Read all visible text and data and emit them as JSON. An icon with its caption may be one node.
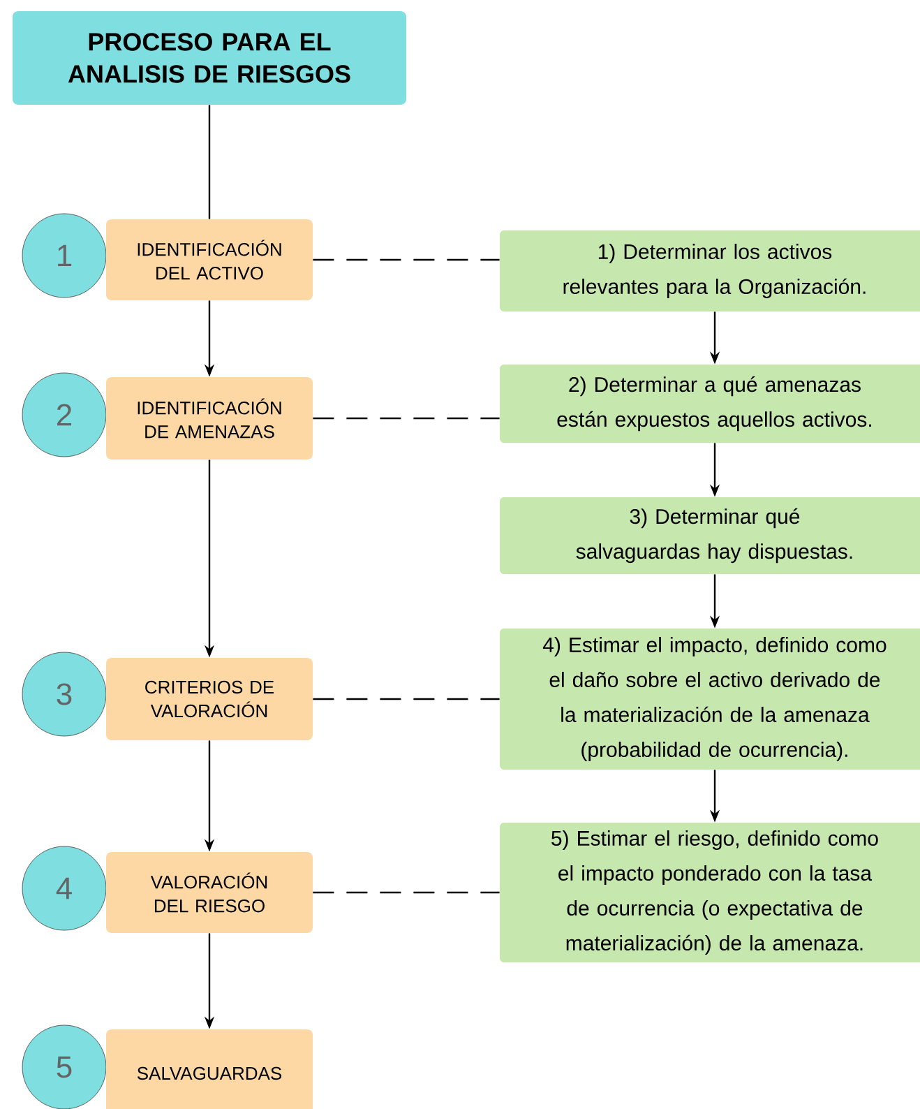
{
  "diagram": {
    "nodes": [
      {
        "text": [
          "PROCESO PARA EL ANALISIS DE RIESGOS"
        ]
      },
      {
        "text": [
          "1"
        ]
      },
      {
        "text": [
          "IDENTIFICACIÓN DEL ACTIVO"
        ]
      },
      {
        "text": [
          "1) Determinar los activos relevantes para la Organización."
        ]
      },
      {
        "text": [
          "2"
        ]
      },
      {
        "text": [
          "IDENTIFICACIÓN DE AMENAZAS"
        ]
      },
      {
        "text": [
          "2) Determinar a qué amenazas están expuestos aquellos activos."
        ]
      },
      {
        "text": [
          "3) Determinar qué salvaguardas hay dispuestas."
        ]
      },
      {
        "text": [
          "3"
        ]
      },
      {
        "text": [
          "CRITERIOS DE VALORACIÓN"
        ]
      },
      {
        "text": [
          "4) Estimar el impacto, definido como el daño sobre el activo derivado de la materialización de la amenaza (probabilidad de ocurrencia)."
        ]
      },
      {
        "text": [
          "4"
        ]
      },
      {
        "text": [
          "VALORACIÓN DEL RIESGO"
        ]
      },
      {
        "text": [
          "5) Estimar el riesgo, definido como el impacto ponderado con la tasa de ocurrencia (o expectativa de materialización) de la amenaza."
        ]
      },
      {
        "text": [
          "5"
        ]
      },
      {
        "text": [
          "SALVAGUARDAS"
        ]
      }
    ],
    "edges": [
      {
        "from": 0,
        "to": 2,
        "arrow": "none"
      },
      {
        "from": 2,
        "to": 5,
        "arrow": "to"
      },
      {
        "from": 5,
        "to": 9,
        "arrow": "to"
      },
      {
        "from": 9,
        "to": 12,
        "arrow": "to"
      },
      {
        "from": 12,
        "to": 15,
        "arrow": "to"
      },
      {
        "from": 2,
        "to": 3,
        "arrow": "none",
        "style": "dashed"
      },
      {
        "from": 5,
        "to": 6,
        "arrow": "none",
        "style": "dashed"
      },
      {
        "from": 9,
        "to": 10,
        "arrow": "none",
        "style": "dashed"
      },
      {
        "from": 12,
        "to": 13,
        "arrow": "none",
        "style": "dashed"
      },
      {
        "from": 3,
        "to": 6,
        "arrow": "to"
      },
      {
        "from": 6,
        "to": 7,
        "arrow": "to"
      },
      {
        "from": 7,
        "to": 10,
        "arrow": "to"
      },
      {
        "from": 10,
        "to": 13,
        "arrow": "to"
      }
    ]
  }
}
